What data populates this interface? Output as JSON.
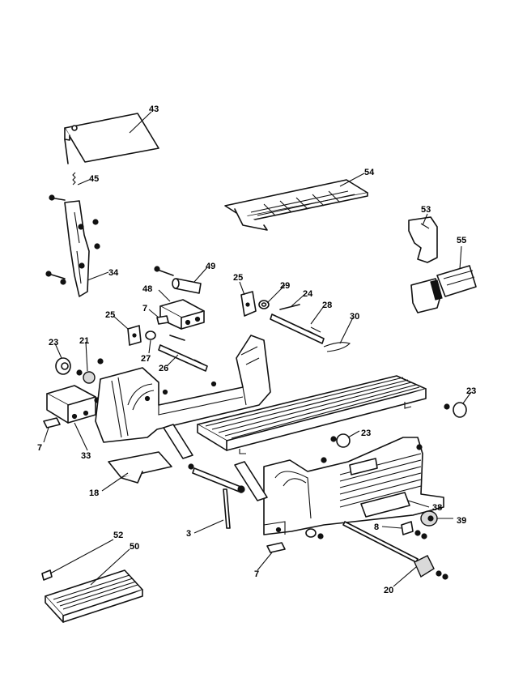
{
  "colors": {
    "ink": "#111111",
    "paper": "#ffffff"
  },
  "callouts": [
    {
      "key": "p43",
      "label": "43"
    },
    {
      "key": "p45",
      "label": "45"
    },
    {
      "key": "p54",
      "label": "54"
    },
    {
      "key": "p53",
      "label": "53"
    },
    {
      "key": "p55",
      "label": "55"
    },
    {
      "key": "p34",
      "label": "34"
    },
    {
      "key": "p49",
      "label": "49"
    },
    {
      "key": "p25a",
      "label": "25"
    },
    {
      "key": "p29",
      "label": "29"
    },
    {
      "key": "p24",
      "label": "24"
    },
    {
      "key": "p48",
      "label": "48"
    },
    {
      "key": "p28",
      "label": "28"
    },
    {
      "key": "p7a",
      "label": "7"
    },
    {
      "key": "p25b",
      "label": "25"
    },
    {
      "key": "p30",
      "label": "30"
    },
    {
      "key": "p27",
      "label": "27"
    },
    {
      "key": "p23a",
      "label": "23"
    },
    {
      "key": "p21",
      "label": "21"
    },
    {
      "key": "p26",
      "label": "26"
    },
    {
      "key": "p23b",
      "label": "23"
    },
    {
      "key": "p7b",
      "label": "7"
    },
    {
      "key": "p33",
      "label": "33"
    },
    {
      "key": "p23c",
      "label": "23"
    },
    {
      "key": "p18",
      "label": "18"
    },
    {
      "key": "p38",
      "label": "38"
    },
    {
      "key": "p39",
      "label": "39"
    },
    {
      "key": "p8",
      "label": "8"
    },
    {
      "key": "p3",
      "label": "3"
    },
    {
      "key": "p52",
      "label": "52"
    },
    {
      "key": "p50",
      "label": "50"
    },
    {
      "key": "p7c",
      "label": "7"
    },
    {
      "key": "p20",
      "label": "20"
    }
  ]
}
